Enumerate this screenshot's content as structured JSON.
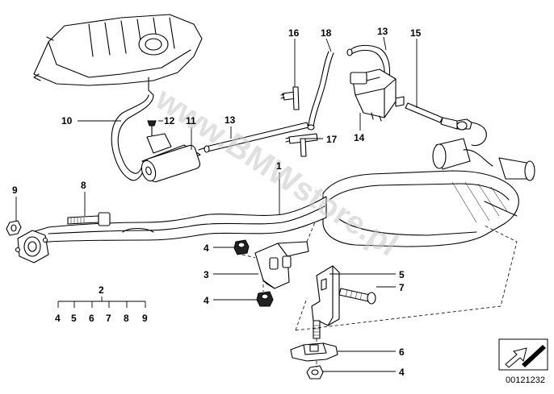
{
  "labels": {
    "p1": "1",
    "p2": "2",
    "p3": "3",
    "p4a": "4",
    "p4b": "4",
    "p4c": "4",
    "p5": "5",
    "p6": "6",
    "p7": "7",
    "p8": "8",
    "p9": "9",
    "p10": "10",
    "p11": "11",
    "p12": "12",
    "p13a": "13",
    "p13b": "13",
    "p14": "14",
    "p15": "15",
    "p16": "16",
    "p17": "17",
    "p18": "18"
  },
  "kit": {
    "title": "2",
    "items": [
      "4",
      "5",
      "6",
      "7",
      "8",
      "9"
    ]
  },
  "watermark": "www.BMWstore.pl",
  "diagram_code": "00121232"
}
